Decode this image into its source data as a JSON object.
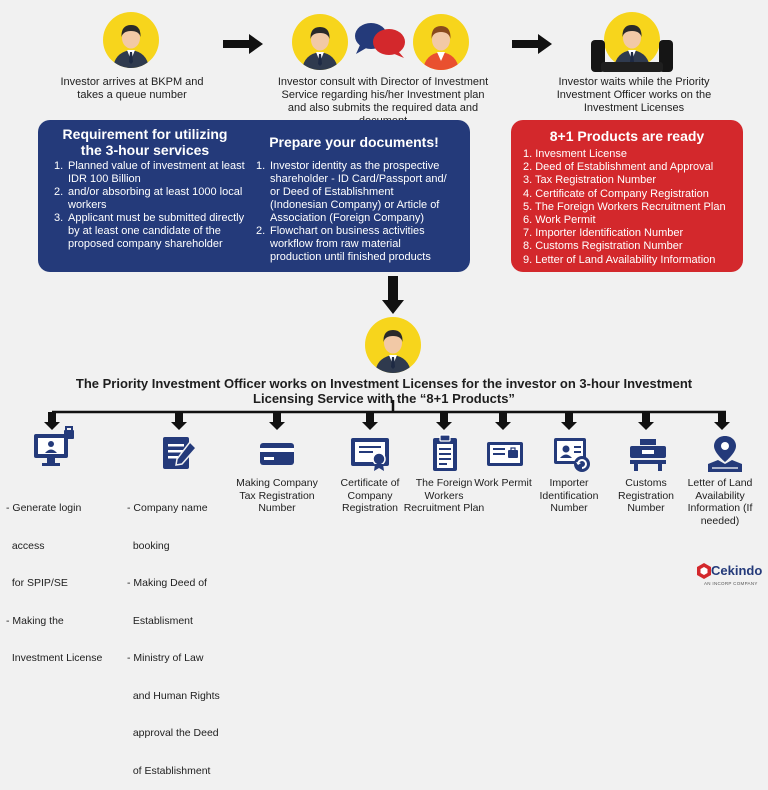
{
  "colors": {
    "navy": "#243a7a",
    "red": "#d3282c",
    "yellow": "#f7d51c",
    "background": "#f1f1f1"
  },
  "steps": [
    {
      "caption": "Investor arrives at BKPM and takes a queue number",
      "icon": "investor-avatar-icon"
    },
    {
      "caption": "Investor consult with Director of Investment Service regarding his/her Investment plan and also submits the required data and document",
      "icon": "consultation-icon"
    },
    {
      "caption": "Investor waits while the Priority Investment Officer works on the Investment Licenses",
      "icon": "waiting-investor-icon"
    }
  ],
  "requirements": {
    "title": "Requirement for utilizing the 3-hour services",
    "items": [
      "Planned value of investment at least IDR 100 Billion",
      "and/or absorbing at least 1000 local workers",
      "Applicant must be submitted directly by at least one candidate of the proposed company shareholder"
    ]
  },
  "documents": {
    "title": "Prepare your documents!",
    "items": [
      "Investor identity as the prospective shareholder - ID Card/Passport and/ or Deed of Establishment (Indonesian Company) or Article of Association (Foreign Company)",
      "Flowchart on business activities workflow from raw material production until finished products"
    ]
  },
  "products": {
    "title": "8+1 Products are ready",
    "items": [
      "1. Invesment License",
      "2. Deed of Establishment and Approval",
      "3. Tax Registration Number",
      "4. Certificate of Company Registration",
      "5. The Foreign Workers Recruitment Plan",
      "6. Work Permit",
      "7. Importer Identification Number",
      "8. Customs Registration Number",
      "9. Letter of Land Availability Information"
    ]
  },
  "officer_title": "The Priority Investment Officer works on Investment Licenses for the investor on 3-hour Investment Licensing Service with the “8+1 Products”",
  "licenses": [
    {
      "icon": "computer-login-icon",
      "lines": [
        "- Generate login",
        "  access",
        "  for SPIP/SE",
        "- Making the",
        "  Investment License"
      ]
    },
    {
      "icon": "document-sign-icon",
      "lines": [
        "- Company name",
        "  booking",
        "- Making Deed of",
        "  Establisment",
        "- Ministry of Law",
        "  and Human Rights",
        "  approval the Deed",
        "  of Establishment"
      ]
    },
    {
      "icon": "tax-card-icon",
      "label": "Making Company Tax Registration Number"
    },
    {
      "icon": "certificate-icon",
      "label": "Certificate of Company Registration"
    },
    {
      "icon": "clipboard-icon",
      "label": "The Foreign Workers Recruitment Plan"
    },
    {
      "icon": "work-permit-icon",
      "label": "Work Permit"
    },
    {
      "icon": "importer-id-icon",
      "label": "Importer Identification Number"
    },
    {
      "icon": "customs-icon",
      "label": "Customs Registration Number"
    },
    {
      "icon": "land-location-icon",
      "label": "Letter of Land Availability Information (If needed)"
    }
  ],
  "logo": {
    "name": "Cekindo",
    "tagline": "AN INCORP COMPANY"
  }
}
